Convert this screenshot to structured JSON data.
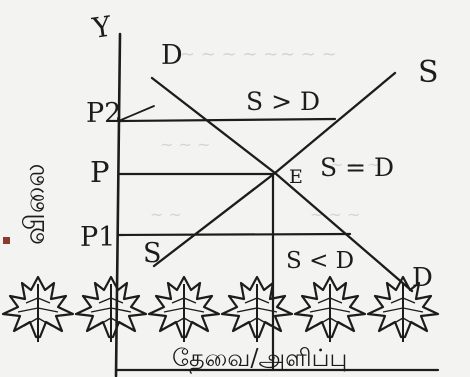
{
  "diagram": {
    "labels": {
      "y_axis_top": "Y",
      "demand_top": "D",
      "supply_top": "S",
      "supply_bottom": "S",
      "demand_bottom": "D",
      "p2": "P2",
      "p": "P",
      "p1": "P1",
      "equilibrium": "E",
      "equilibrium_text": "S = D",
      "surplus_text": "S > D",
      "shortage_text": "S < D",
      "y_axis_label": "விலை",
      "x_axis_label": "தேவை/அளிப்பு"
    },
    "colors": {
      "ink": "#1c1c1c",
      "paper": "#f3f3f1",
      "marker": "#8a3b2e"
    },
    "decoration": {
      "leaf_count": 6,
      "icon": "maple-leaf-icon"
    }
  }
}
